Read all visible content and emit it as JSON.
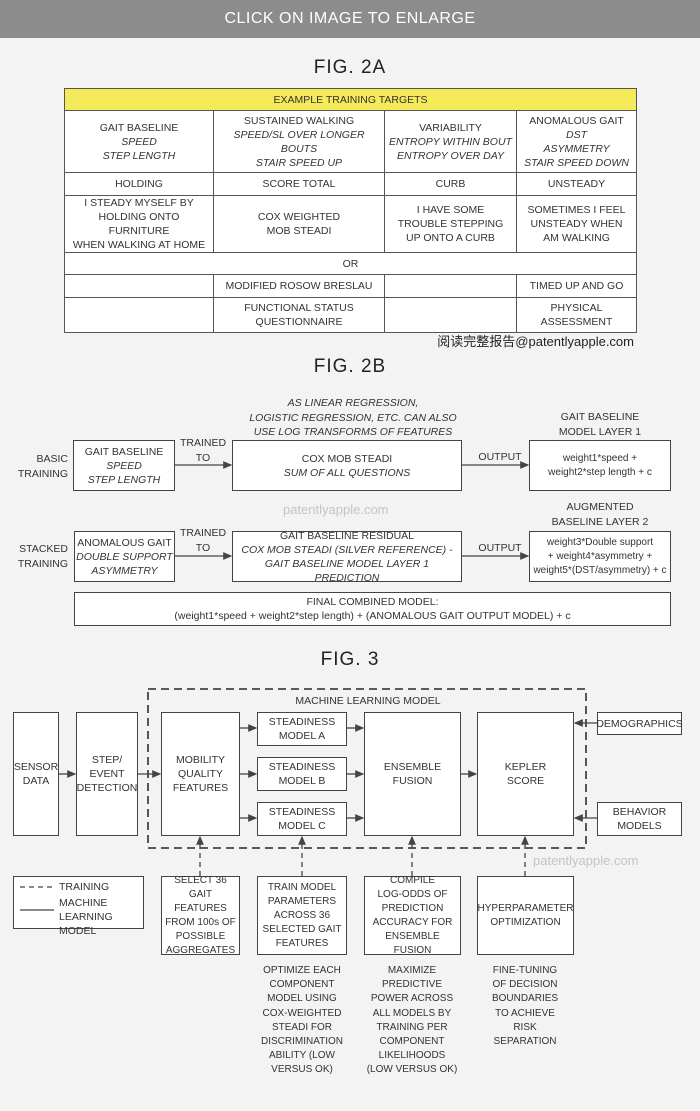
{
  "banner": "CLICK ON IMAGE TO ENLARGE",
  "fig2a": {
    "title": "FIG. 2A",
    "header": "EXAMPLE TRAINING TARGETS",
    "row1": [
      {
        "title": "GAIT BASELINE",
        "italic": "SPEED\nSTEP LENGTH"
      },
      {
        "title": "SUSTAINED WALKING",
        "italic": "SPEED/SL OVER LONGER BOUTS\nSTAIR SPEED UP"
      },
      {
        "title": "VARIABILITY",
        "italic": "ENTROPY WITHIN BOUT\nENTROPY OVER DAY"
      },
      {
        "title": "ANOMALOUS GAIT",
        "italic": "DST\nASYMMETRY\nSTAIR SPEED DOWN"
      }
    ],
    "row2": [
      "HOLDING",
      "SCORE TOTAL",
      "CURB",
      "UNSTEADY"
    ],
    "row3": [
      "I STEADY MYSELF BY\nHOLDING ONTO FURNITURE\nWHEN WALKING AT HOME",
      "COX WEIGHTED\nMOB STEADI",
      "I HAVE SOME\nTROUBLE STEPPING\nUP ONTO A CURB",
      "SOMETIMES I FEEL\nUNSTEADY WHEN\nAM WALKING"
    ],
    "or": "OR",
    "row5": [
      "",
      "MODIFIED ROSOW BRESLAU",
      "",
      "TIMED UP AND GO"
    ],
    "row6": [
      "",
      "FUNCTIONAL STATUS\nQUESTIONNAIRE",
      "",
      "PHYSICAL\nASSESSMENT"
    ],
    "watermark": "阅读完整报告@patentlyapple.com"
  },
  "fig2b": {
    "title": "FIG. 2B",
    "note": "AS LINEAR REGRESSION,\nLOGISTIC REGRESSION, ETC. CAN ALSO\nUSE LOG TRANSFORMS OF FEATURES",
    "layer1_label": "GAIT BASELINE\nMODEL LAYER 1",
    "layer2_label": "AUGMENTED\nBASELINE LAYER 2",
    "basic_label": "BASIC\nTRAINING",
    "stacked_label": "STACKED\nTRAINING",
    "trained_to": "TRAINED\nTO",
    "output": "OUTPUT",
    "basic_input": {
      "title": "GAIT BASELINE",
      "italic": "SPEED\nSTEP LENGTH"
    },
    "basic_target": {
      "title": "COX MOB STEADI",
      "italic": "SUM OF ALL QUESTIONS"
    },
    "basic_output": "weight1*speed +\nweight2*step length + c",
    "stacked_input": {
      "title": "ANOMALOUS GAIT",
      "italic": "DOUBLE SUPPORT\nASYMMETRY"
    },
    "stacked_target": {
      "title": "GAIT BASELINE RESIDUAL",
      "italic": "COX MOB STEADI (SILVER REFERENCE) -\nGAIT BASELINE MODEL LAYER 1 PREDICTION"
    },
    "stacked_output": "weight3*Double support\n+ weight4*asymmetry +\nweight5*(DST/asymmetry) + c",
    "final": "FINAL COMBINED MODEL:\n(weight1*speed + weight2*step length) + (ANOMALOUS GAIT OUTPUT MODEL) + c",
    "watermark": "patentlyapple.com"
  },
  "fig3": {
    "title": "FIG. 3",
    "ml_model_label": "MACHINE LEARNING MODEL",
    "sensor_data": "SENSOR\nDATA",
    "step_event": "STEP/\nEVENT\nDETECTION",
    "mobility": "MOBILITY\nQUALITY\nFEATURES",
    "model_a": "STEADINESS\nMODEL A",
    "model_b": "STEADINESS\nMODEL B",
    "model_c": "STEADINESS\nMODEL C",
    "ensemble": "ENSEMBLE\nFUSION",
    "kepler": "KEPLER\nSCORE",
    "demographics": "DEMOGRAPHICS",
    "behavior": "BEHAVIOR\nMODELS",
    "legend_training": "TRAINING",
    "legend_ml": "MACHINE\nLEARNING MODEL",
    "select": "SELECT 36 GAIT\nFEATURES\nFROM 100s OF\nPOSSIBLE\nAGGREGATES",
    "train": "TRAIN MODEL\nPARAMETERS\nACROSS 36\nSELECTED GAIT\nFEATURES",
    "compile": "COMPILE\nLOG-ODDS OF\nPREDICTION\nACCURACY FOR\nENSEMBLE FUSION",
    "hyper": "HYPERPARAMETER\nOPTIMIZATION",
    "note_train": "OPTIMIZE EACH\nCOMPONENT\nMODEL USING\nCOX-WEIGHTED\nSTEADI FOR\nDISCRIMINATION\nABILITY (LOW\nVERSUS OK)",
    "note_compile": "MAXIMIZE\nPREDICTIVE\nPOWER ACROSS\nALL MODELS BY\nTRAINING PER\nCOMPONENT\nLIKELIHOODS\n(LOW VERSUS OK)",
    "note_hyper": "FINE-TUNING\nOF DECISION\nBOUNDARIES\nTO ACHIEVE\nRISK\nSEPARATION",
    "watermark": "patentlyapple.com"
  },
  "colors": {
    "header_yellow": "#f5ea5a",
    "banner": "#8c8c8c",
    "background": "#f3f3f3"
  }
}
